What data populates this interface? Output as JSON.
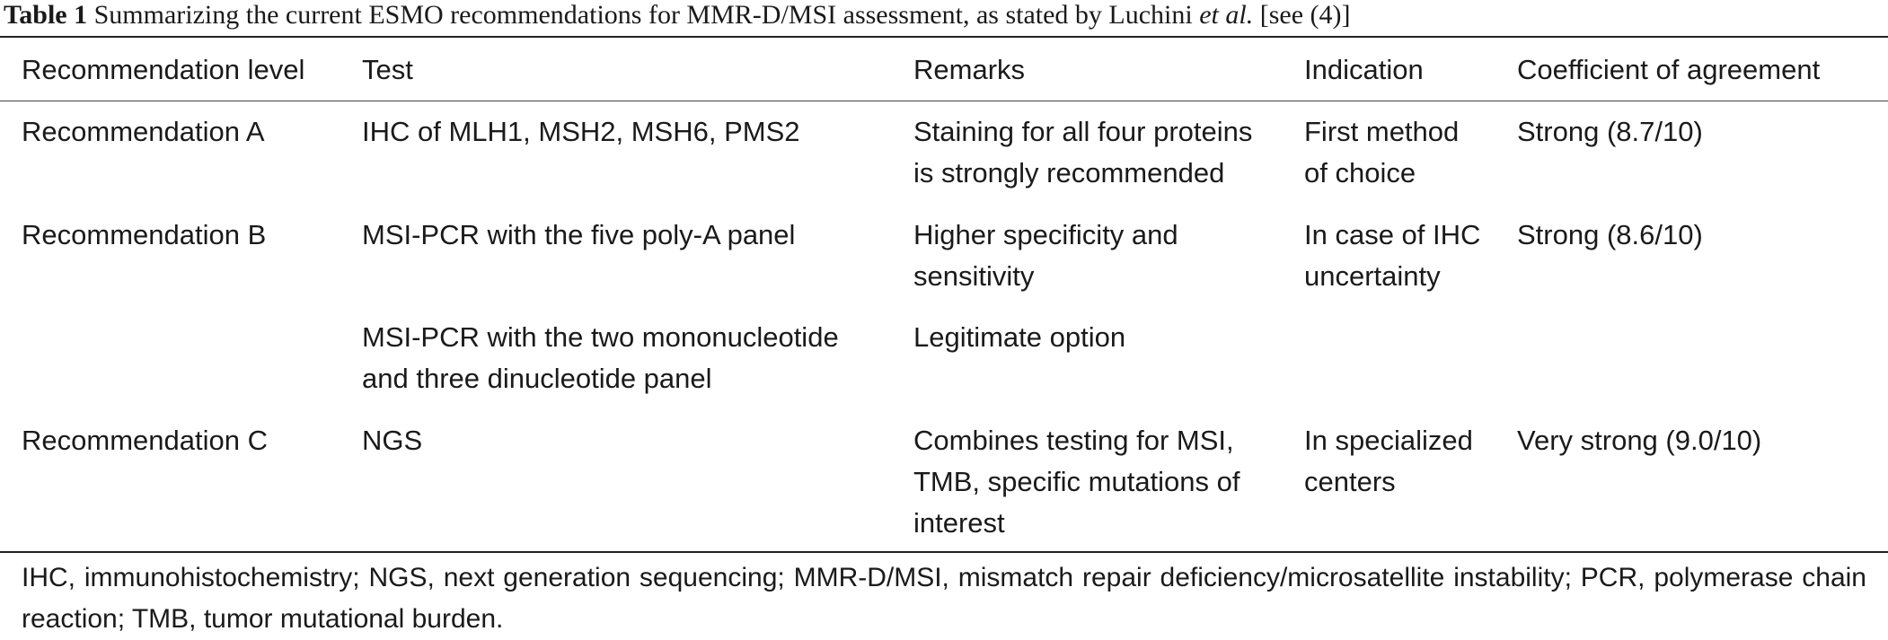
{
  "caption": {
    "label": "Table 1",
    "text_before": " Summarizing the current ESMO recommendations for MMR-D/MSI assessment, as stated by Luchini ",
    "italic": "et al.",
    "text_after": " [see (4)]"
  },
  "headers": [
    "Recommendation level",
    "Test",
    "Remarks",
    "Indication",
    "Coefficient of agreement"
  ],
  "rows": [
    {
      "level": "Recommendation A",
      "test": [
        "IHC of MLH1, MSH2, MSH6, PMS2"
      ],
      "remarks": [
        "Staining for all four proteins",
        "is strongly recommended"
      ],
      "indication": [
        "First method",
        "of choice"
      ],
      "agreement": "Strong (8.7/10)"
    },
    {
      "level": "Recommendation B",
      "test": [
        "MSI-PCR with the five poly-A panel"
      ],
      "remarks": [
        "Higher specificity and",
        "sensitivity"
      ],
      "indication": [
        "In case of IHC",
        "uncertainty"
      ],
      "agreement": "Strong (8.6/10)"
    },
    {
      "level": "",
      "test": [
        "MSI-PCR with the two mononucleotide",
        "and three dinucleotide panel"
      ],
      "remarks": [
        "Legitimate option"
      ],
      "indication": [],
      "agreement": ""
    },
    {
      "level": "Recommendation C",
      "test": [
        "NGS"
      ],
      "remarks": [
        "Combines testing for MSI,",
        "TMB, specific mutations of",
        "interest"
      ],
      "indication": [
        "In specialized",
        "centers"
      ],
      "agreement": "Very strong (9.0/10)"
    }
  ],
  "footnote": "IHC, immunohistochemistry; NGS, next generation sequencing; MMR-D/MSI, mismatch repair deficiency/microsatellite instability; PCR, polymerase chain reaction; TMB, tumor mutational burden."
}
